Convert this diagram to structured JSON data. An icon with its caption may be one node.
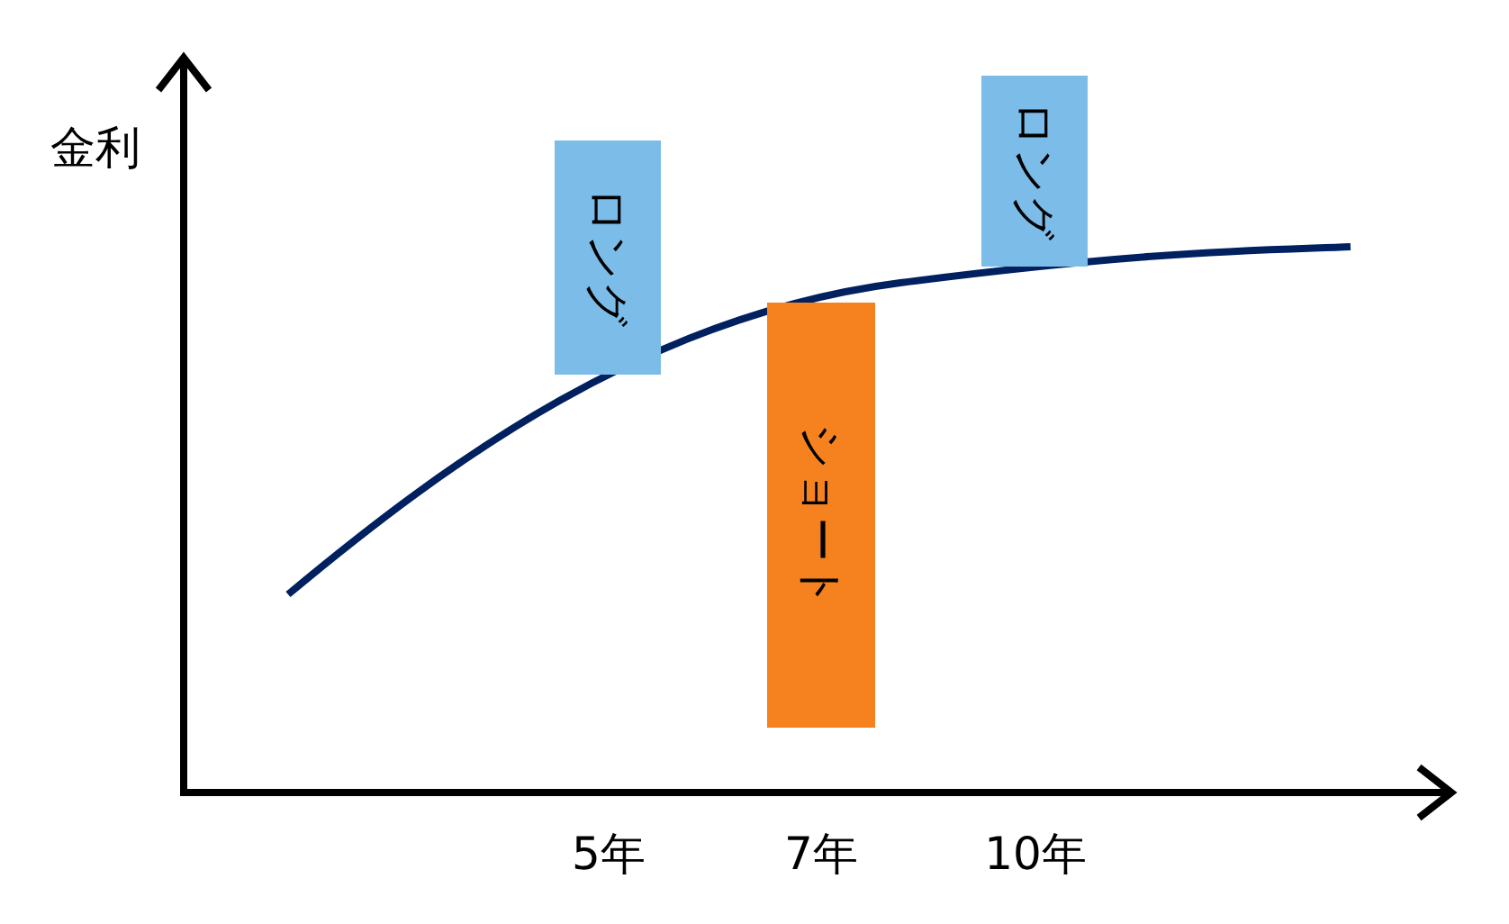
{
  "diagram": {
    "nodes": [
      {
        "text": [
          "ロング"
        ]
      },
      {
        "text": [
          "ショート"
        ]
      },
      {
        "text": [
          "ロング"
        ]
      }
    ],
    "labels": [
      "金利",
      "5年",
      "7年",
      "10年"
    ]
  }
}
